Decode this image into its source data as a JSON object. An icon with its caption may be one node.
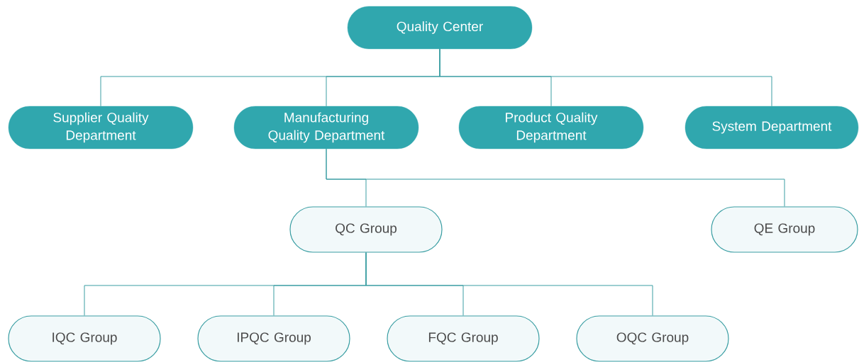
{
  "diagram": {
    "nodes": [
      {
        "text": [
          "Quality Center"
        ]
      },
      {
        "text": [
          "Supplier Quality Department"
        ]
      },
      {
        "text": [
          "Manufacturing Quality Department"
        ]
      },
      {
        "text": [
          "Product Quality Department"
        ]
      },
      {
        "text": [
          "System Department"
        ]
      },
      {
        "text": [
          "QC Group"
        ]
      },
      {
        "text": [
          "QE Group"
        ]
      },
      {
        "text": [
          "IQC Group"
        ]
      },
      {
        "text": [
          "IPQC Group"
        ]
      },
      {
        "text": [
          "FQC Group"
        ]
      },
      {
        "text": [
          "OQC Group"
        ]
      }
    ],
    "edges": [
      {
        "from": 0,
        "to": 1,
        "arrow": "none"
      },
      {
        "from": 0,
        "to": 2,
        "arrow": "none"
      },
      {
        "from": 0,
        "to": 3,
        "arrow": "none"
      },
      {
        "from": 0,
        "to": 4,
        "arrow": "none"
      },
      {
        "from": 2,
        "to": 5,
        "arrow": "none"
      },
      {
        "from": 2,
        "to": 6,
        "arrow": "none"
      },
      {
        "from": 5,
        "to": 7,
        "arrow": "none"
      },
      {
        "from": 5,
        "to": 8,
        "arrow": "none"
      },
      {
        "from": 5,
        "to": 9,
        "arrow": "none"
      },
      {
        "from": 5,
        "to": 10,
        "arrow": "none"
      }
    ]
  }
}
